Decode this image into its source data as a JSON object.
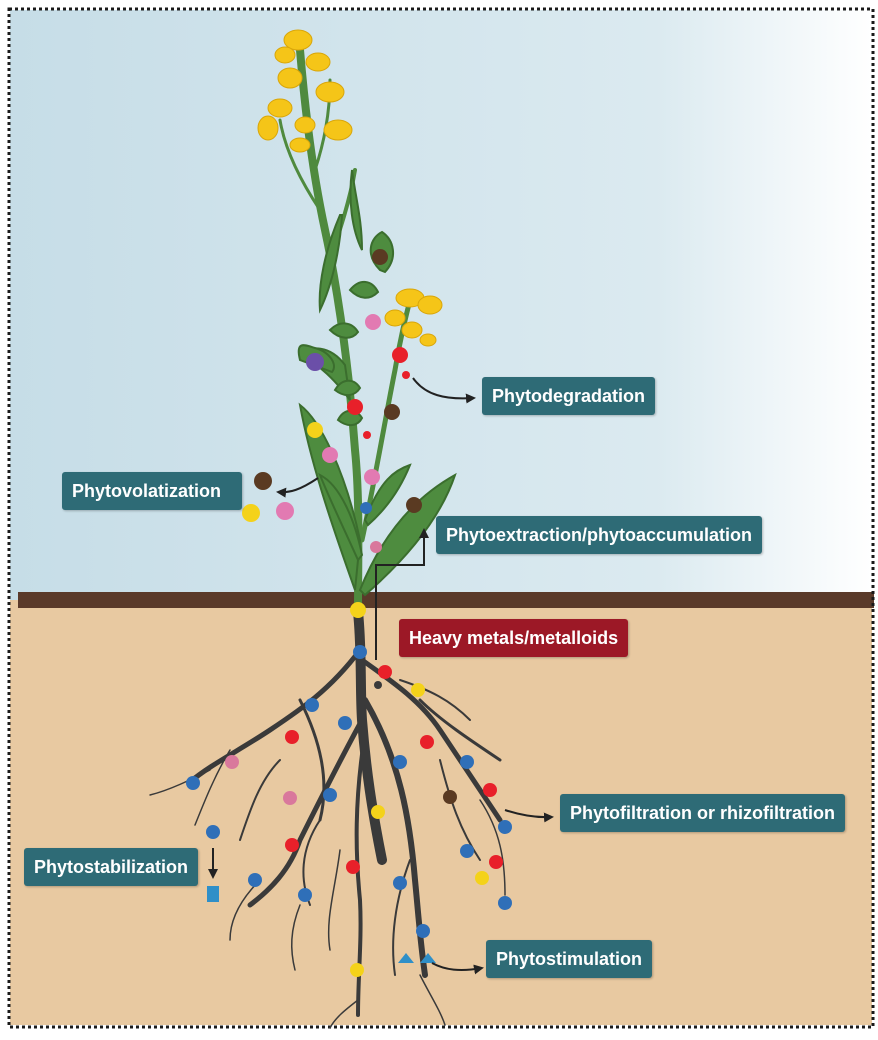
{
  "labels": {
    "phytodegradation": "Phytodegradation",
    "phytovolatization": "Phytovolatization",
    "phytoextraction": "Phytoextraction/phytoaccumulation",
    "heavy_metals": "Heavy metals/metalloids",
    "phytofiltration": "Phytofiltration or rhizofiltration",
    "phytostabilization": "Phytostabilization",
    "phytostimulation": "Phytostimulation"
  },
  "colors": {
    "label_bg": "#2e6b76",
    "heavy_metals_bg": "#9c1826",
    "sky_top": "#c9dfe8",
    "soil": "#e8c9a1",
    "soil_line": "#5a3a2a",
    "stem": "#4f8a3e",
    "root": "#3a3a3a",
    "flower": "#f5c518",
    "particle_red": "#e8202a",
    "particle_blue": "#2f6fb8",
    "particle_yellow": "#f4d21a",
    "particle_pink": "#e27ab2",
    "particle_brown": "#5a3a22",
    "particle_purple": "#6b4fa8"
  }
}
